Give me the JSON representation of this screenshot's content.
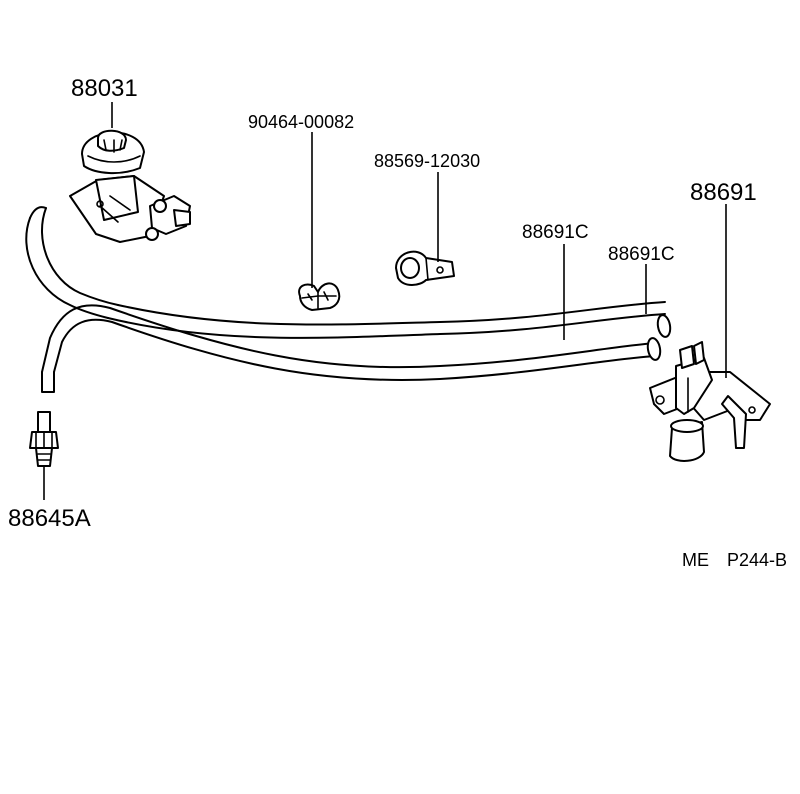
{
  "labels": {
    "egr_valve": "88031",
    "clip": "90464-00082",
    "clamp": "88569-12030",
    "hose_c_1": "88691C",
    "hose_c_2": "88691C",
    "vsv": "88691",
    "sensor": "88645A"
  },
  "reference": {
    "code_a": "ME",
    "code_b": "P244-B"
  }
}
